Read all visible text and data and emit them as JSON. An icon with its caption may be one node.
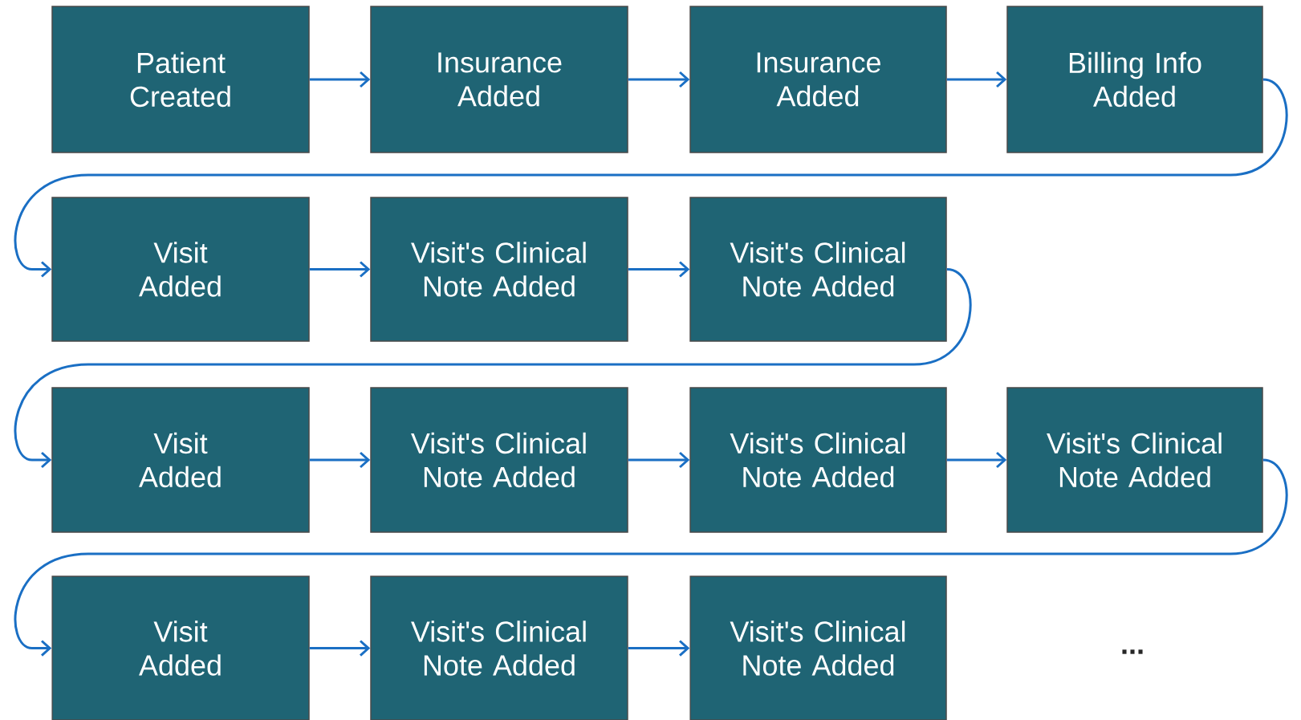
{
  "diagram": {
    "nodes": [
      {
        "text": [
          "Patient Created"
        ]
      },
      {
        "text": [
          "Insurance Added"
        ]
      },
      {
        "text": [
          "Insurance Added"
        ]
      },
      {
        "text": [
          "Billing Info Added"
        ]
      },
      {
        "text": [
          "Visit Added"
        ]
      },
      {
        "text": [
          "Visit's Clinical Note Added"
        ]
      },
      {
        "text": [
          "Visit's Clinical Note Added"
        ]
      },
      {
        "text": [
          "Visit Added"
        ]
      },
      {
        "text": [
          "Visit's Clinical Note Added"
        ]
      },
      {
        "text": [
          "Visit's Clinical Note Added"
        ]
      },
      {
        "text": [
          "Visit's Clinical Note Added"
        ]
      },
      {
        "text": [
          "Visit Added"
        ]
      },
      {
        "text": [
          "Visit's Clinical Note Added"
        ]
      },
      {
        "text": [
          "Visit's Clinical Note Added"
        ]
      }
    ],
    "edges": [
      {
        "from": 0,
        "to": 1,
        "arrow": "to"
      },
      {
        "from": 1,
        "to": 2,
        "arrow": "to"
      },
      {
        "from": 2,
        "to": 3,
        "arrow": "to"
      },
      {
        "from": 3,
        "to": 4,
        "arrow": "to"
      },
      {
        "from": 4,
        "to": 5,
        "arrow": "to"
      },
      {
        "from": 5,
        "to": 6,
        "arrow": "to"
      },
      {
        "from": 6,
        "to": 7,
        "arrow": "to"
      },
      {
        "from": 7,
        "to": 8,
        "arrow": "to"
      },
      {
        "from": 8,
        "to": 9,
        "arrow": "to"
      },
      {
        "from": 9,
        "to": 10,
        "arrow": "to"
      },
      {
        "from": 10,
        "to": 11,
        "arrow": "to"
      },
      {
        "from": 11,
        "to": 12,
        "arrow": "to"
      },
      {
        "from": 12,
        "to": 13,
        "arrow": "to"
      }
    ],
    "labels": [
      "..."
    ]
  }
}
